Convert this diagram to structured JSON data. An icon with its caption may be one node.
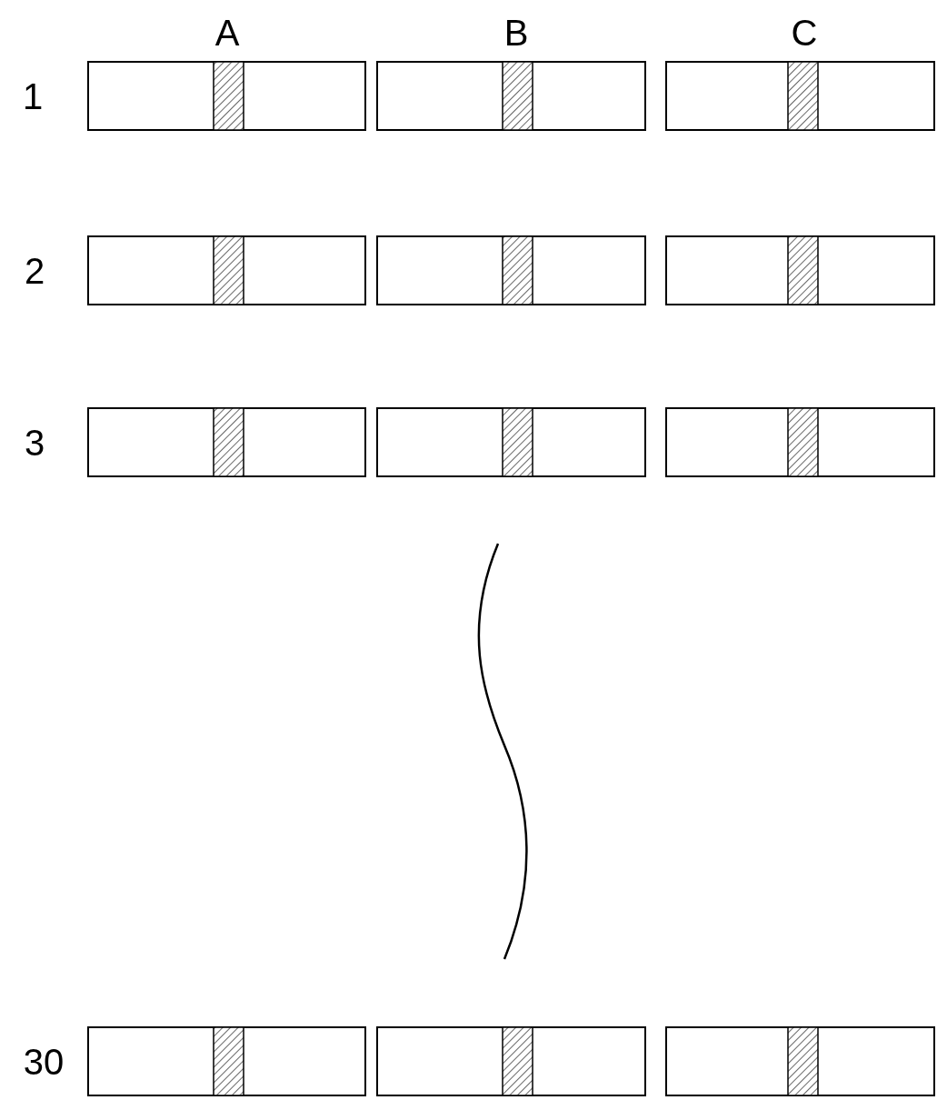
{
  "diagram": {
    "labels": [
      "A",
      "B",
      "C",
      "1",
      "2",
      "3",
      "30"
    ]
  }
}
